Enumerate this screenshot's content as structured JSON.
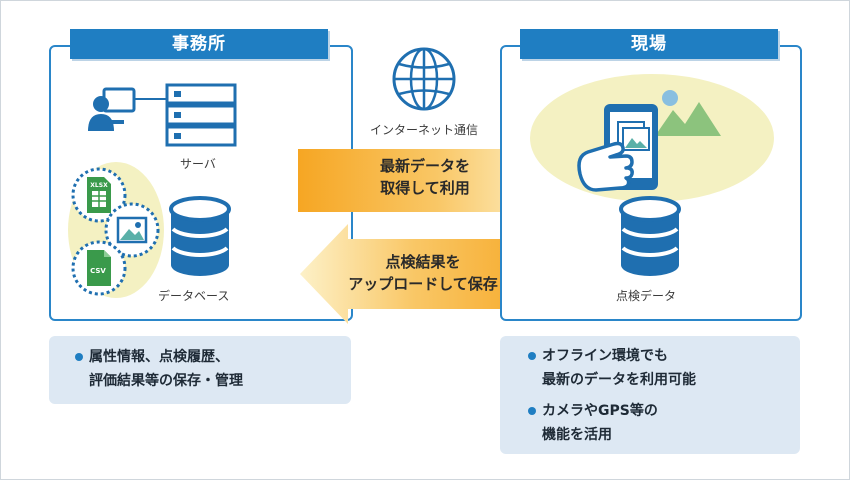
{
  "office": {
    "title": "事務所",
    "server_label": "サーバ",
    "database_label": "データベース",
    "file_badges": [
      "XLSX",
      "CSV"
    ]
  },
  "field": {
    "title": "現場",
    "data_label": "点検データ"
  },
  "network_label": "インターネット通信",
  "arrows": {
    "to_field": [
      "最新データを",
      "取得して利用"
    ],
    "to_office": [
      "点検結果を",
      "アップロードして保存"
    ]
  },
  "notes": {
    "office": [
      "属性情報、点検履歴、",
      "評価結果等の保存・管理"
    ],
    "field_1": [
      "オフライン環境でも",
      "最新のデータを利用可能"
    ],
    "field_2": [
      "カメラやGPS等の",
      "機能を活用"
    ]
  },
  "colors": {
    "accent_blue": "#1f7ec2",
    "arrow_orange": "#f6a623",
    "highlight_yellow": "#f4f1c2",
    "file_green": "#3a9a4b",
    "note_bg": "#dde8f3"
  },
  "icons": [
    "user-at-computer-icon",
    "server-rack-icon",
    "database-icon",
    "globe-icon",
    "spreadsheet-file-icon",
    "image-file-icon",
    "csv-file-icon",
    "tablet-touch-icon",
    "landscape-image-icon"
  ]
}
